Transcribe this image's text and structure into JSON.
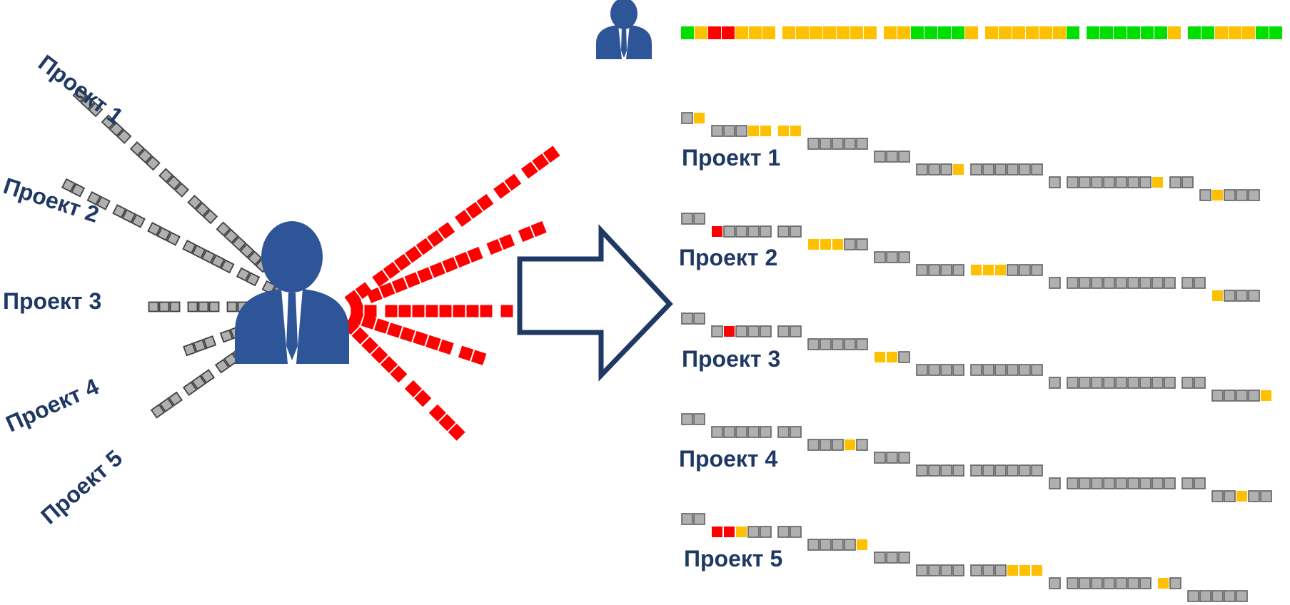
{
  "left_labels": [
    "Проект 1",
    "Проект 2",
    "Проект 3",
    "Проект 4",
    "Проект 5"
  ],
  "right_labels": [
    "Проект 1",
    "Проект 2",
    "Проект 3",
    "Проект 4",
    "Проект 5"
  ],
  "colors": {
    "gray": "#b0b0b0",
    "red": "#ff0000",
    "yellow": "#ffc000",
    "green": "#00e000",
    "navy": "#1f3864",
    "person": "#2e5597"
  },
  "combined_sequence": "GYRRYYYzYYYYYYYzYYGGGGYzYYYYYYGzGGGGGGYzGGYYYGG",
  "project_sequences": [
    "gy/gggyyzyy/ggggg/ggg/gggy gggggg/g gggggggy gg/gyggg",
    "gg/rgggg gg/yyygg/ggg/gggg yyyggg/g ggggggggg gg/yggg",
    "gg/grggg gg/ggggg/yyg/gggg gggggg/g ggggggggg gg/ggggy",
    "gg/ggggg gg/gggyg/ggg/gggg gggggg/g ggggggggg gg/ggygg",
    "gg/rryggzgg/ggggy/ggg/gggg gggyyy/g ggggggg yg/ggggg"
  ],
  "left_rays": [
    {
      "angle": 43,
      "blocks": [
        "gg",
        "gggggg",
        "ggg",
        "ggg",
        "ggg",
        "ggg",
        "ggg"
      ]
    },
    {
      "angle": 27,
      "blocks": [
        "gg",
        "gg",
        "ggggg",
        "ggg",
        "ggg",
        "gg",
        "gg"
      ]
    },
    {
      "angle": 0,
      "blocks": [
        "ggggg",
        "ggg",
        "ggg"
      ]
    },
    {
      "angle": -20,
      "blocks": [
        "gggggg",
        "ggg"
      ]
    },
    {
      "angle": -35,
      "blocks": [
        "gg",
        "ggggg",
        "ggg",
        "ggg"
      ]
    }
  ],
  "right_rays": [
    {
      "angle": -36,
      "blocks": [
        "rr",
        "rrrrrrr",
        "rrr",
        "rr",
        "rrr"
      ]
    },
    {
      "angle": -22,
      "blocks": [
        "r",
        "rrrrrrrrr",
        "rr",
        "rr"
      ]
    },
    {
      "angle": 0,
      "blocks": [
        "rr",
        "rrrrrrrr",
        "r"
      ]
    },
    {
      "angle": 18,
      "blocks": [
        "rrrrrrrr",
        "rr"
      ]
    },
    {
      "angle": 45,
      "blocks": [
        "rrrrrr",
        "rr",
        "rrr"
      ]
    }
  ]
}
